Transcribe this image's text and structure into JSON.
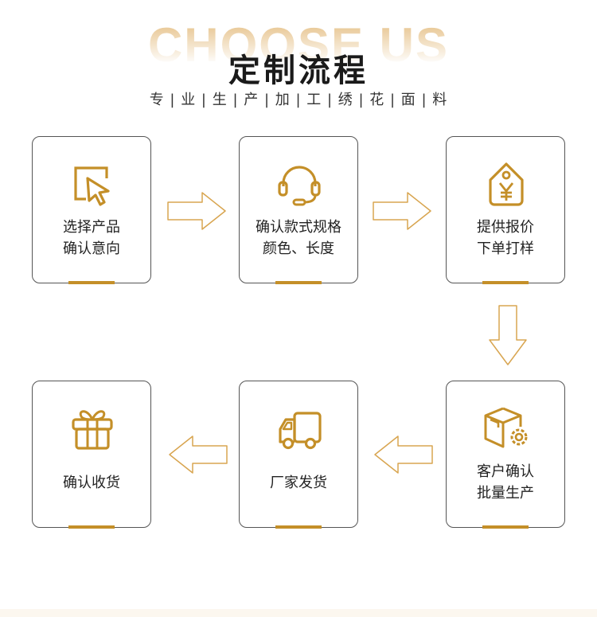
{
  "header": {
    "bg_title": "CHOOSE US",
    "title": "定制流程",
    "subtitle": "专 | 业 | 生 | 产 | 加 | 工 | 绣 | 花 | 面 | 料"
  },
  "colors": {
    "accent": "#c48f28",
    "border": "#555555",
    "text": "#222222"
  },
  "steps": [
    {
      "icon": "cursor-select-icon",
      "line1": "选择产品",
      "line2": "确认意向"
    },
    {
      "icon": "headset-icon",
      "line1": "确认款式规格",
      "line2": "颜色、长度"
    },
    {
      "icon": "price-tag-icon",
      "line1": "提供报价",
      "line2": "下单打样"
    },
    {
      "icon": "box-settings-icon",
      "line1": "客户确认",
      "line2": "批量生产"
    },
    {
      "icon": "delivery-truck-icon",
      "line1": "厂家发货"
    },
    {
      "icon": "gift-box-icon",
      "line1": "确认收货"
    }
  ]
}
